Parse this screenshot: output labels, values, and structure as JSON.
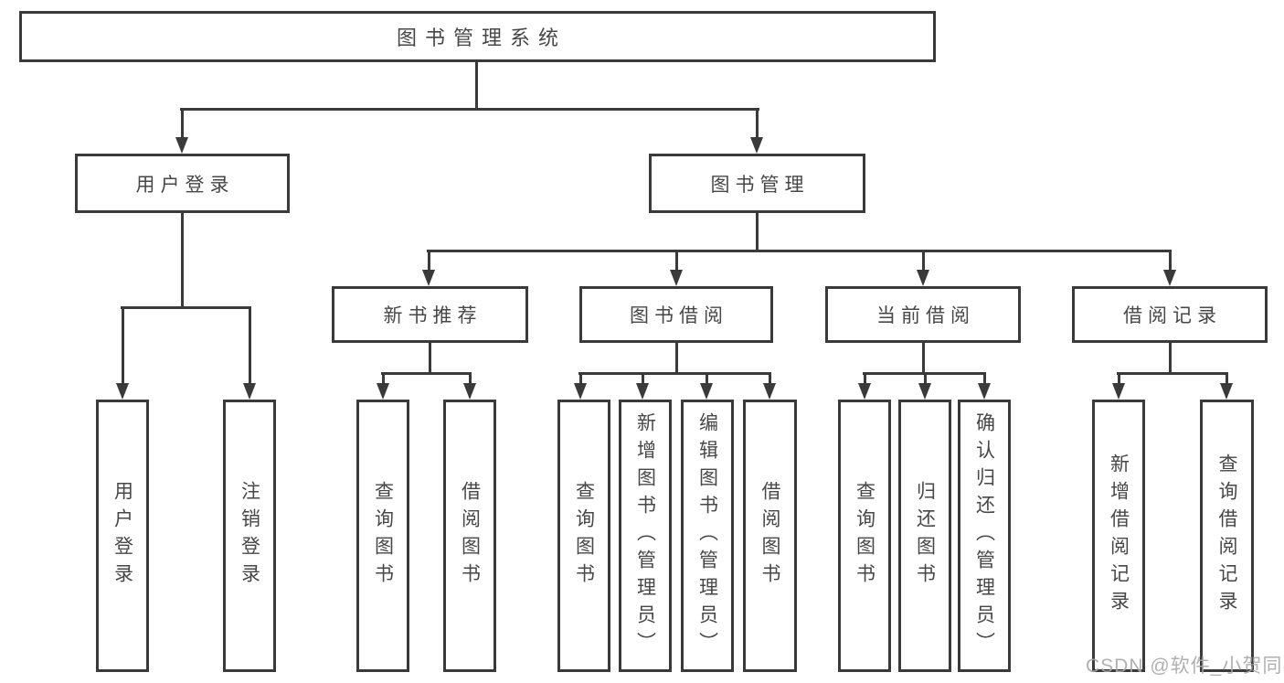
{
  "diagram": {
    "root_label": "图书管理系统",
    "tree": {
      "user_login": {
        "label": "用户登录",
        "children": [
          "用户登录",
          "注销登录"
        ]
      },
      "book_management": {
        "label": "图书管理",
        "groups": {
          "new_book_recommend": {
            "label": "新书推荐",
            "children": [
              "查询图书",
              "借阅图书"
            ]
          },
          "book_borrowing": {
            "label": "图书借阅",
            "children": [
              "查询图书",
              "新增图书（管理员）",
              "编辑图书（管理员）",
              "借阅图书"
            ]
          },
          "current_borrowing": {
            "label": "当前借阅",
            "children": [
              "查询图书",
              "归还图书",
              "确认归还（管理员）"
            ]
          },
          "borrowing_records": {
            "label": "借阅记录",
            "children": [
              "新增借阅记录",
              "查询借阅记录"
            ]
          }
        }
      }
    }
  },
  "watermark": {
    "text": "CSDN @软件_小贺同学"
  },
  "colors": {
    "line": "#3a3a3a",
    "node_text": "#474747",
    "background": "#ffffff",
    "watermark": "#a8a8a8"
  }
}
